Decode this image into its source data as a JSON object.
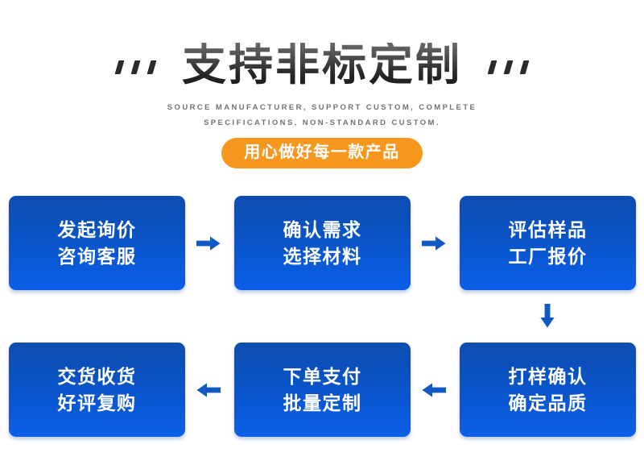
{
  "header": {
    "title": "支持非标定制",
    "decor_icon_left": "quote-ticks-left",
    "decor_icon_right": "quote-ticks-right",
    "subtitle_line1": "SOURCE MANUFACTURER, SUPPORT CUSTOM, COMPLETE",
    "subtitle_line2": "SPECIFICATIONS, NON-STANDARD CUSTOM.",
    "badge": "用心做好每一款产品"
  },
  "colors": {
    "badge_orange": "#f7971d",
    "node_blue_top": "#0d4dae",
    "node_blue_bottom": "#0b5fe8",
    "arrow_blue": "#1059c4",
    "title_gray": "#2b2b2b",
    "subtitle_gray": "#6f7276",
    "background": "#ffffff"
  },
  "flow": {
    "row1": [
      {
        "line1": "发起询价",
        "line2": "咨询客服"
      },
      {
        "line1": "确认需求",
        "line2": "选择材料"
      },
      {
        "line1": "评估样品",
        "line2": "工厂报价"
      }
    ],
    "row2": [
      {
        "line1": "交货收货",
        "line2": "好评复购"
      },
      {
        "line1": "下单支付",
        "line2": "批量定制"
      },
      {
        "line1": "打样确认",
        "line2": "确定品质"
      }
    ],
    "arrows": {
      "row1_icons": [
        "arrow-right-icon",
        "arrow-right-icon"
      ],
      "row2_icons": [
        "arrow-left-icon",
        "arrow-left-icon"
      ],
      "connector_icon": "arrow-down-icon"
    }
  }
}
